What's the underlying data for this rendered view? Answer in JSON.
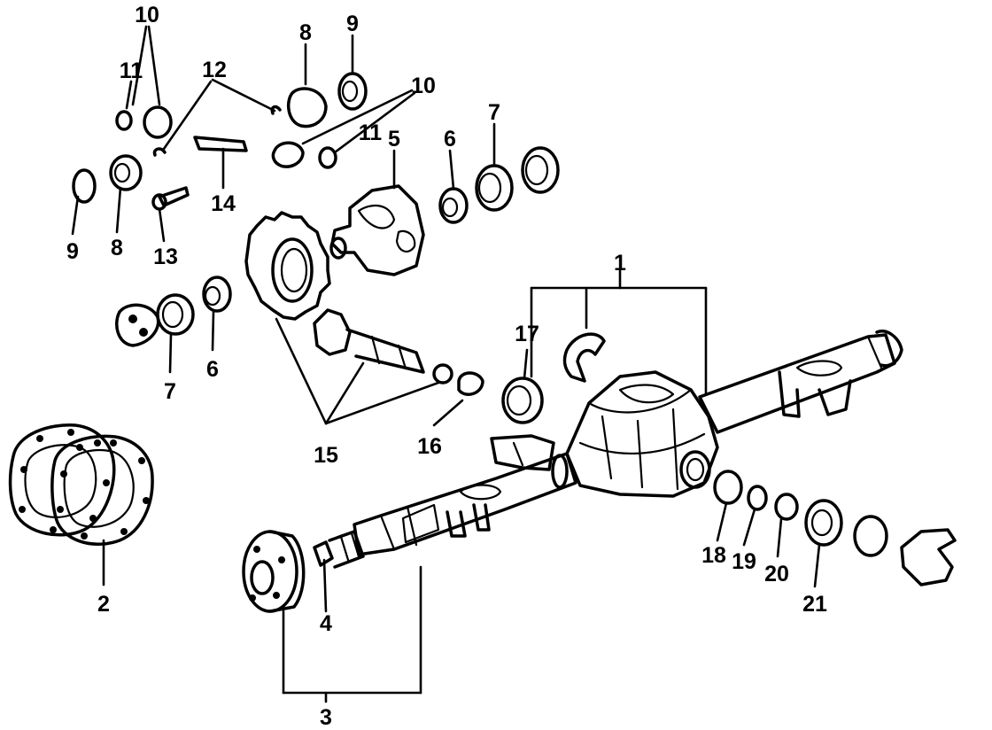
{
  "callouts": {
    "c1": "1",
    "c2": "2",
    "c3": "3",
    "c4": "4",
    "c5": "5",
    "c6a": "6",
    "c6b": "6",
    "c7a": "7",
    "c7b": "7",
    "c8a": "8",
    "c8b": "8",
    "c9a": "9",
    "c9b": "9",
    "c10a": "10",
    "c10b": "10",
    "c11a": "11",
    "c11b": "11",
    "c12": "12",
    "c13": "13",
    "c14": "14",
    "c15": "15",
    "c16": "16",
    "c17": "17",
    "c18": "18",
    "c19": "19",
    "c20": "20",
    "c21": "21"
  }
}
